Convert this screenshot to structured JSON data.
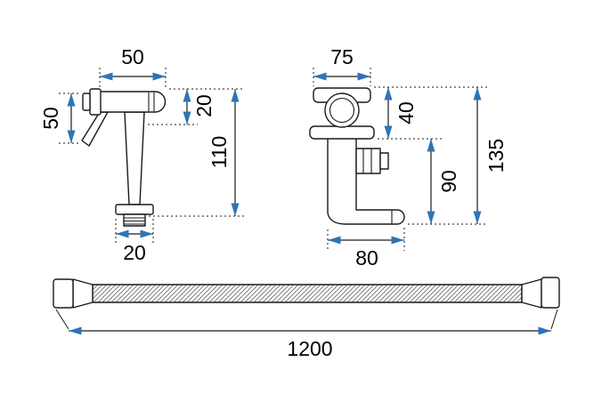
{
  "colors": {
    "background": "#ffffff",
    "outline": "#1a1a1a",
    "arrow": "#2e74b5",
    "label": "#000000"
  },
  "sprayer": {
    "head_width": "50",
    "head_height": "50",
    "head_thickness": "20",
    "total_height": "110",
    "connector_width": "20"
  },
  "valve": {
    "plate_width": "75",
    "plate_height": "40",
    "body_height": "90",
    "total_height": "135",
    "spout_length": "80"
  },
  "hose": {
    "length": "1200"
  }
}
